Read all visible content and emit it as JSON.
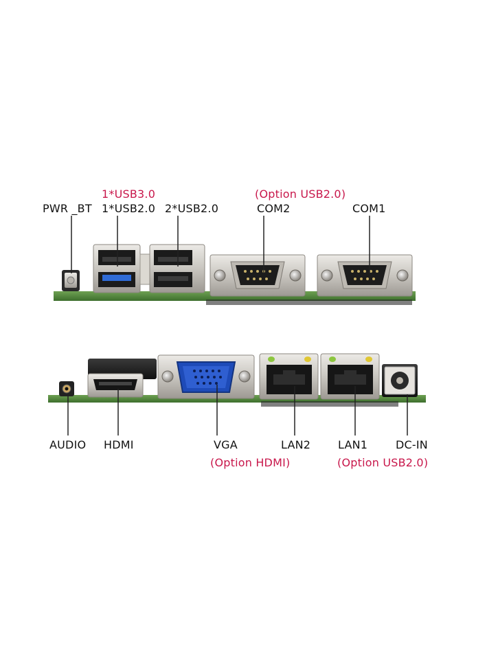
{
  "colors": {
    "accent_red": "#c8174b",
    "text": "#111111",
    "pcb_green": "#4f8a3c"
  },
  "top_panel": {
    "labels": {
      "pwr_bt": "PWR _BT",
      "usb_top_option": "1*USB3.0",
      "usb_top": "1*USB2.0",
      "usb_pair": "2*USB2.0",
      "com2_option": "(Option USB2.0)",
      "com2": "COM2",
      "com1": "COM1"
    }
  },
  "bottom_panel": {
    "labels": {
      "audio": "AUDIO",
      "hdmi": "HDMI",
      "vga": "VGA",
      "vga_option": "(Option HDMI)",
      "lan2": "LAN2",
      "lan1": "LAN1",
      "lan1_option": "(Option USB2.0)",
      "dc_in": "DC-IN"
    }
  }
}
